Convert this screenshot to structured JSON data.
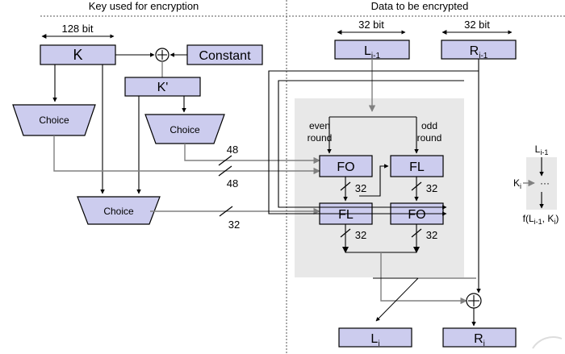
{
  "figure": {
    "title_left": "Key used for encryption",
    "title_right": "Data to be encrypted"
  },
  "left_section": {
    "dimension_label": "128 bit",
    "key_box": "K",
    "constant_box": "Constant",
    "kprime_box": "K'",
    "choice_left": "Choice",
    "choice_right": "Choice",
    "choice_bottom": "Choice",
    "xor_symbol": "⊕",
    "bus_48_upper": "48",
    "bus_48_lower": "48",
    "bus_32": "32"
  },
  "right_section": {
    "dim_left": "32 bit",
    "dim_right": "32 bit",
    "left_input": "L",
    "left_input_sub": "i-1",
    "right_input": "R",
    "right_input_sub": "i-1",
    "even_round_line1": "even",
    "even_round_line2": "round",
    "odd_round_line1": "odd",
    "odd_round_line2": "round",
    "fo_top": "FO",
    "fl_top": "FL",
    "fl_bottom": "FL",
    "fo_bottom": "FO",
    "bus_fo_top": "32",
    "bus_fl_top": "32",
    "bus_fl_bottom": "32",
    "bus_fo_bottom": "32",
    "xor_symbol": "⊕",
    "left_output": "L",
    "left_output_sub": "i",
    "right_output": "R",
    "right_output_sub": "i"
  },
  "legend": {
    "input": "L",
    "input_sub": "i-1",
    "key": "K",
    "key_sub": "i",
    "body": "···",
    "output_prefix": "f(L",
    "output_sub1": "i-1",
    "output_mid": ", K",
    "output_sub2": "i",
    "output_suffix": ")"
  },
  "colors": {
    "box_fill": "#ccccee",
    "box_stroke": "#000000",
    "gray_region": "#e8e8e8",
    "wire_gray": "#808080",
    "background": "#ffffff"
  }
}
